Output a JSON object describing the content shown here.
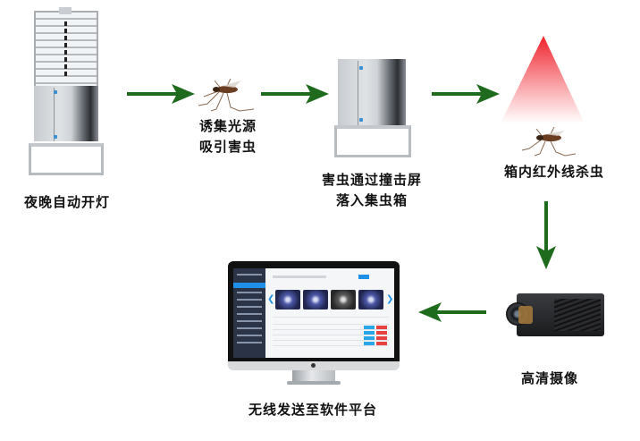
{
  "diagram": {
    "title": "",
    "steps": [
      {
        "id": "step-1",
        "label_lines": [
          "夜晚自动开灯"
        ],
        "icon": "insect-trap-lamp-device"
      },
      {
        "id": "step-2",
        "label_lines": [
          "诱集光源",
          "吸引害虫"
        ],
        "icon": "mosquito"
      },
      {
        "id": "step-3",
        "label_lines": [
          "害虫通过撞击屏",
          "落入集虫箱"
        ],
        "icon": "collection-box-device"
      },
      {
        "id": "step-4",
        "label_lines": [
          "箱内红外线杀虫"
        ],
        "icon": "infrared-beam-mosquito"
      },
      {
        "id": "step-5",
        "label_lines": [
          "高清摄像"
        ],
        "icon": "hd-camera"
      },
      {
        "id": "step-6",
        "label_lines": [
          "无线发送至软件平台"
        ],
        "icon": "monitor-software-platform"
      }
    ],
    "edges": [
      {
        "from": "step-1",
        "to": "step-2",
        "direction": "right"
      },
      {
        "from": "step-2",
        "to": "step-3",
        "direction": "right"
      },
      {
        "from": "step-3",
        "to": "step-4",
        "direction": "right"
      },
      {
        "from": "step-4",
        "to": "step-5",
        "direction": "down"
      },
      {
        "from": "step-5",
        "to": "step-6",
        "direction": "left"
      }
    ],
    "colors": {
      "arrow": "#1e6b1e",
      "infrared_top": "#f0202a",
      "infrared_bottom": "#ffffff",
      "text": "#111111",
      "platform_sidebar": "#2a3446",
      "platform_accent": "#1e90e8"
    }
  }
}
